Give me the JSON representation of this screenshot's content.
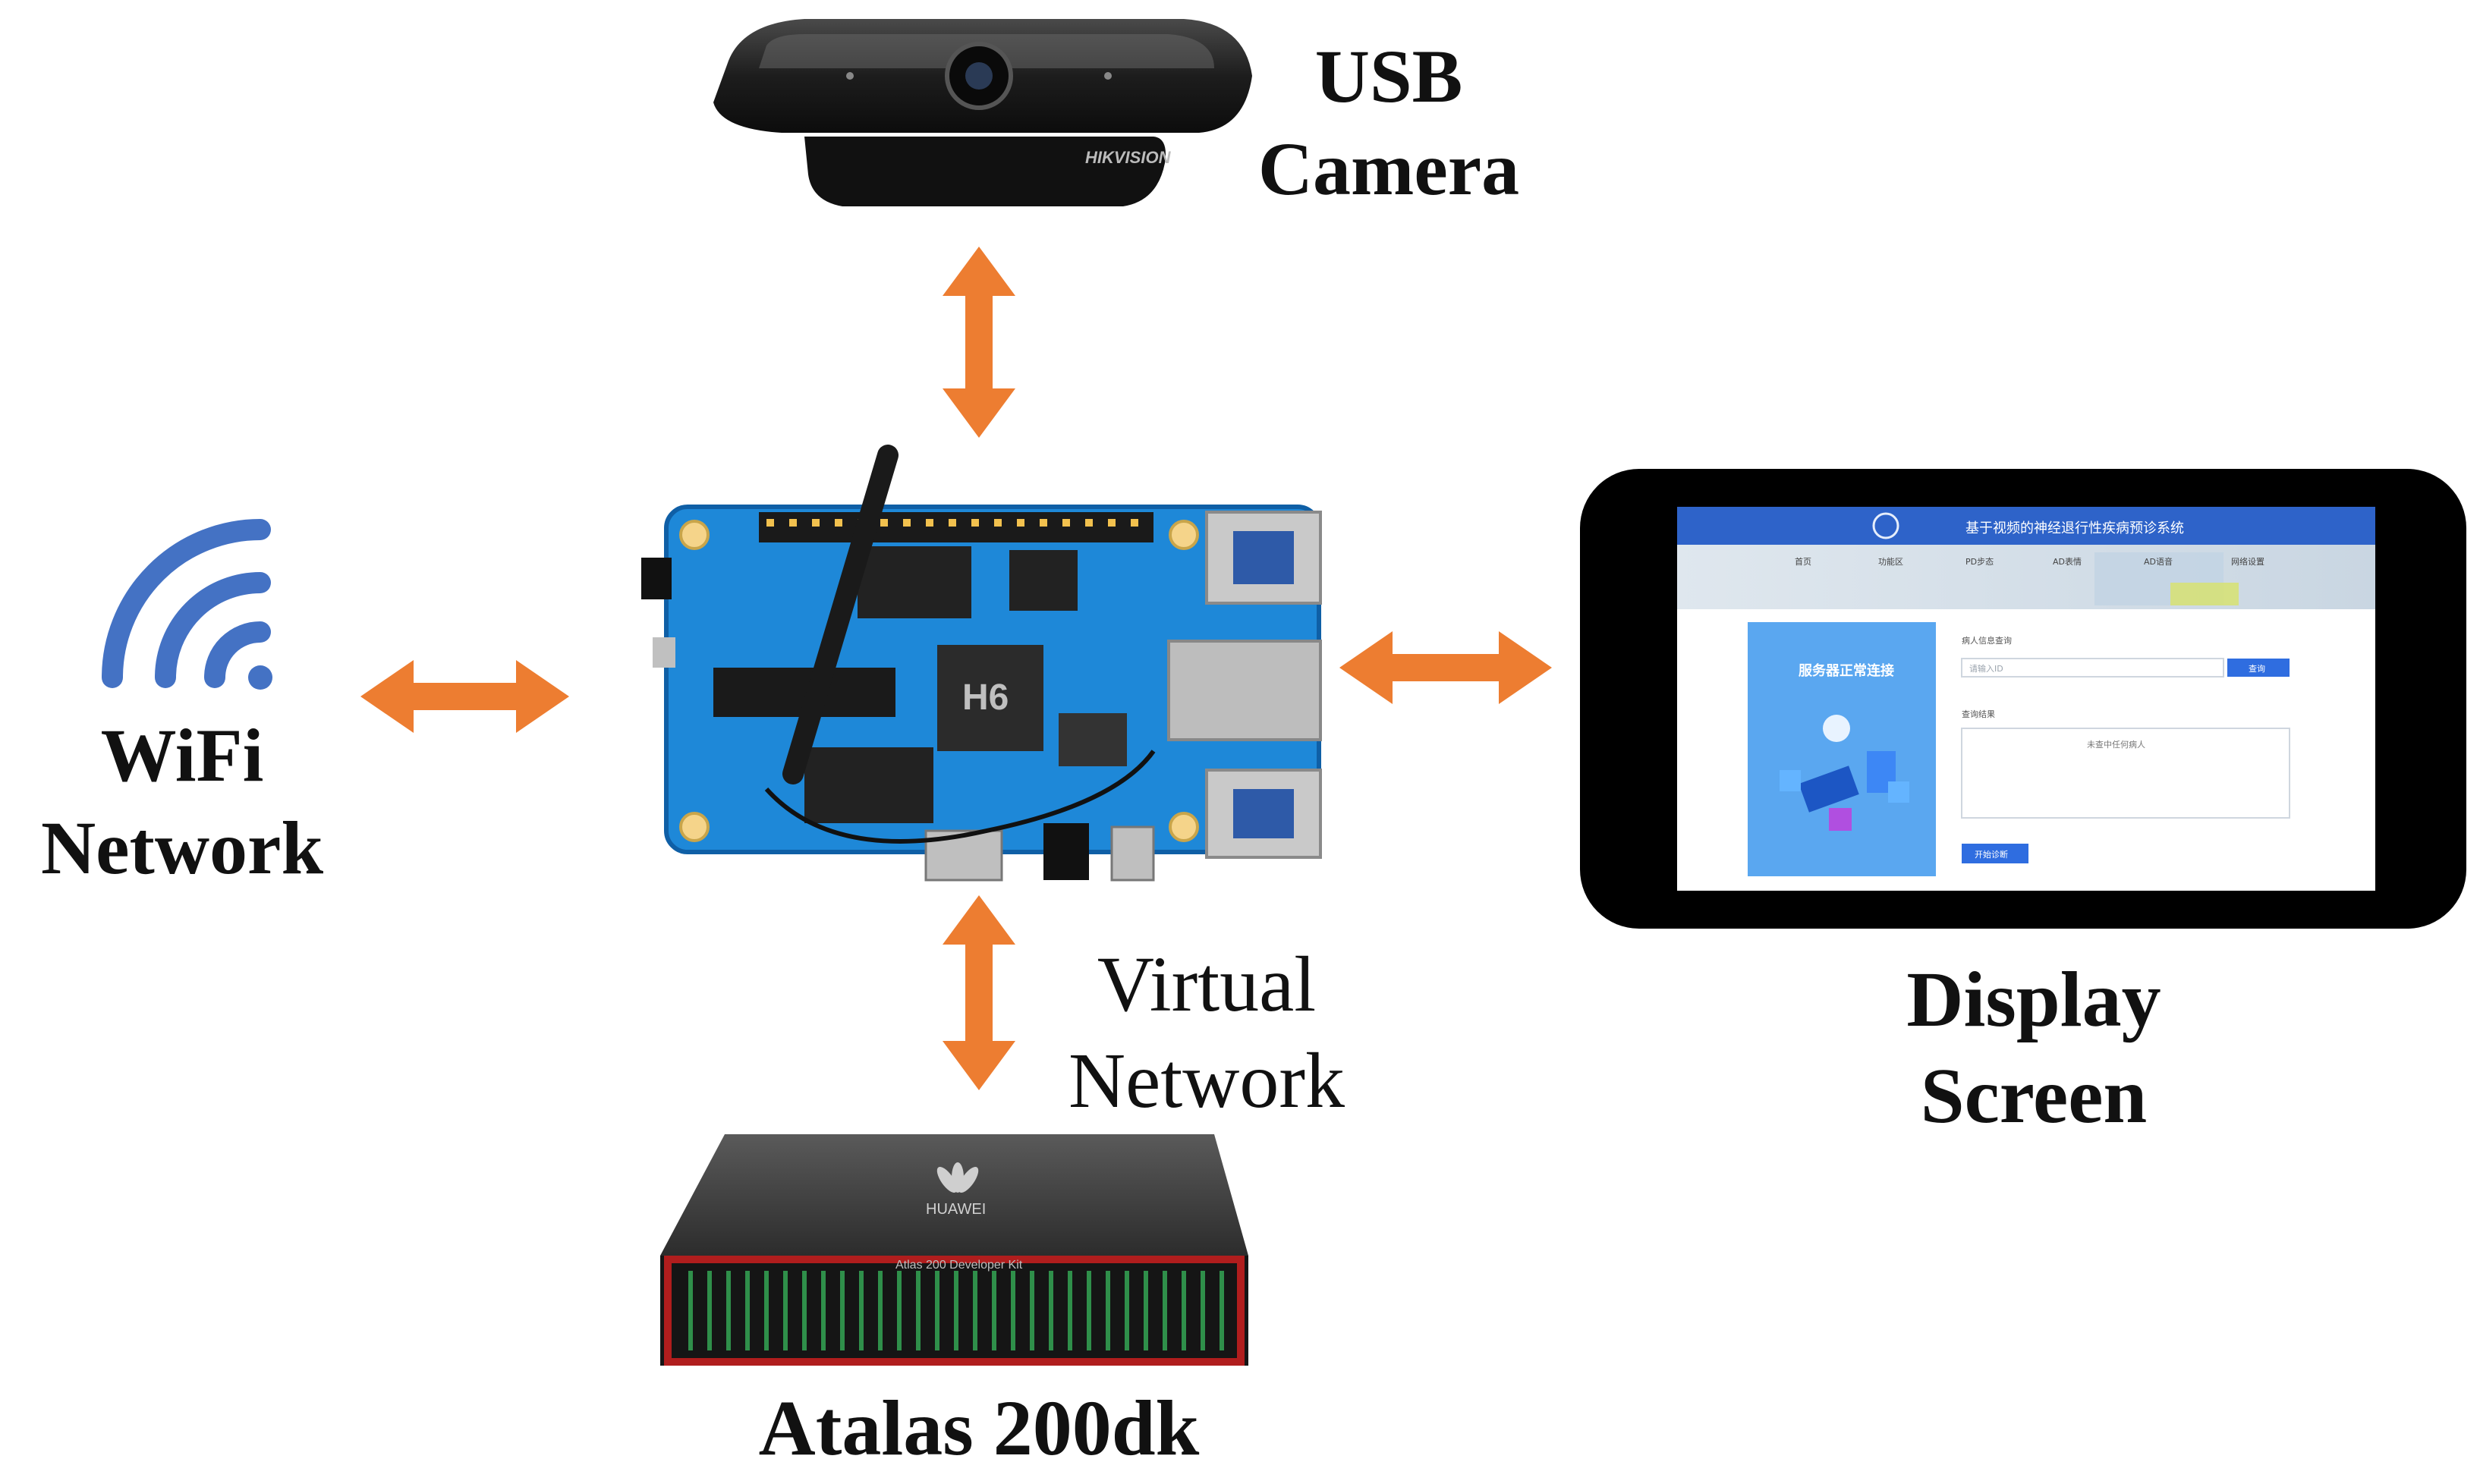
{
  "labels": {
    "usb_camera": [
      "USB",
      "Camera"
    ],
    "wifi_network": [
      "WiFi",
      "Network"
    ],
    "virtual_network": [
      "Virtual",
      "Network"
    ],
    "display_screen": [
      "Display",
      "Screen"
    ],
    "atlas": "Atalas 200dk"
  },
  "devices": {
    "camera_brand": "HIKVISION",
    "atlas_brand": "HUAWEI",
    "atlas_kit_text": "Atlas 200 Developer Kit",
    "board_chip": "H6"
  },
  "screen_app": {
    "title": "基于视频的神经退行性疾病预诊系统",
    "nav": [
      "首页",
      "功能区",
      "PD步态",
      "AD表情",
      "AD语音",
      "网络设置"
    ],
    "banner": "服务器正常连接",
    "query_label": "病人信息查询",
    "input_placeholder": "请输入ID",
    "query_button": "查询",
    "result_label": "查询结果",
    "result_empty": "未查中任何病人",
    "start_button": "开始诊断"
  },
  "colors": {
    "arrow": "#ed7d31",
    "wifi": "#4472c4",
    "board": "#1e88d8",
    "app_header": "#2e63c9"
  }
}
